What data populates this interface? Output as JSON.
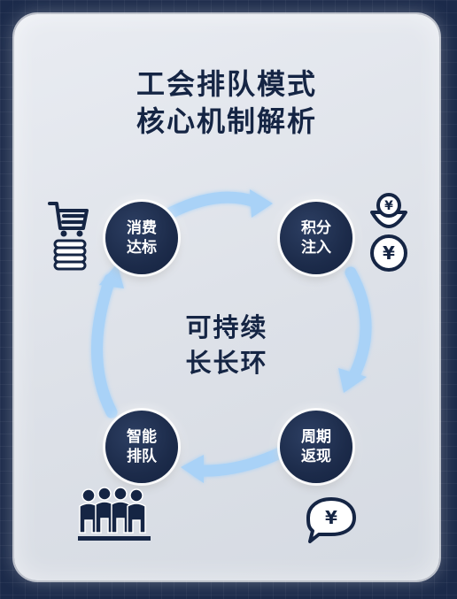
{
  "title": {
    "line1": "工会排队模式",
    "line2": "核心机制解析"
  },
  "center": {
    "line1": "可持续",
    "line2": "长长环"
  },
  "nodes": {
    "consume": {
      "line1": "消费",
      "line2": "达标"
    },
    "points": {
      "line1": "积分",
      "line2": "注入"
    },
    "cashback": {
      "line1": "周期",
      "line2": "返现"
    },
    "queue": {
      "line1": "智能",
      "line2": "排队"
    }
  },
  "icons": {
    "consume": "shopping-cart-coins-icon",
    "points": "yen-coin-scale-icon",
    "cashback": "yen-chat-bubble-icon",
    "queue": "people-queue-icon"
  },
  "colors": {
    "background": "#1b2a4a",
    "card": "#e3e6ec",
    "navy": "#152544",
    "arrow": "#a9d2f7"
  }
}
